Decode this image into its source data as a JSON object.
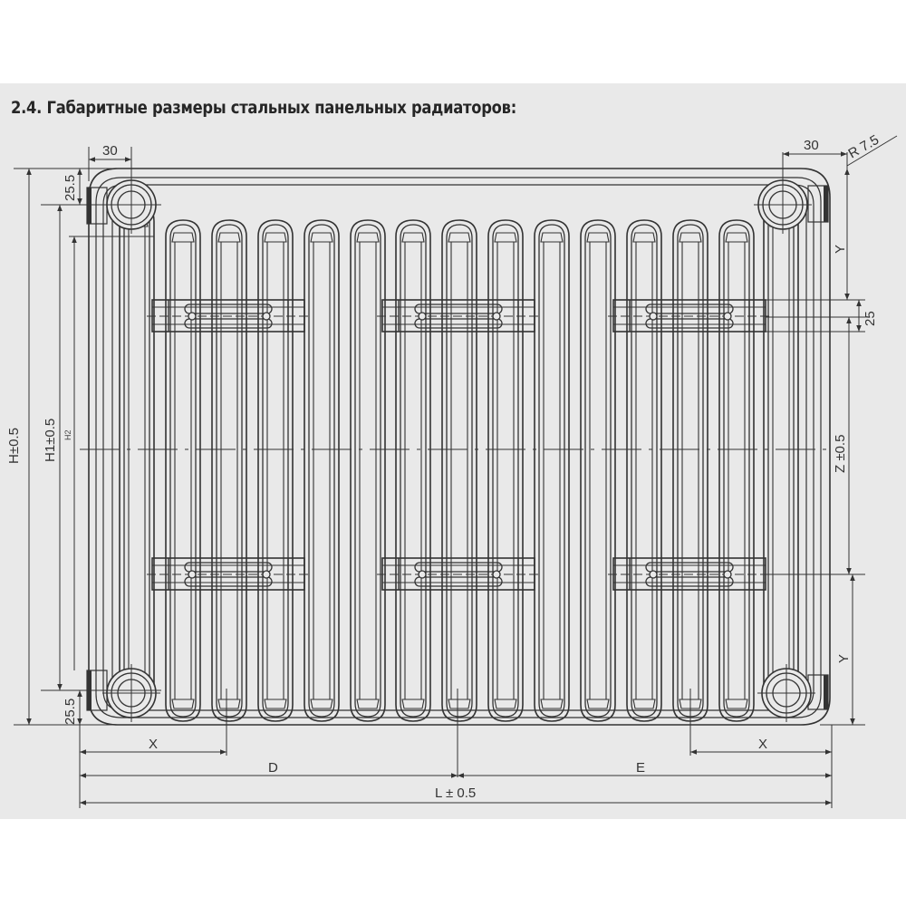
{
  "section": {
    "title": "2.4. Габаритные размеры стальных панельных радиаторов:"
  },
  "drawing": {
    "subject": "steel panel radiator",
    "fin_count": 15,
    "bracket_count": 6,
    "corner_plug_count": 4,
    "dimensions": {
      "top_left_offset": "30",
      "top_right_offset": "30",
      "corner_radius": "R 7.5",
      "top_vertical_offset": "25.5",
      "bottom_vertical_offset": "25.5",
      "height_total": "H±0.5",
      "height_h1": "H1±0.5",
      "height_h2": "H2",
      "bracket_height": "25",
      "z_spacing": "Z ±0.5",
      "y_top": "Y",
      "y_bottom": "Y",
      "x_left": "X",
      "x_right": "X",
      "d_length": "D",
      "e_length": "E",
      "l_length": "L ± 0.5"
    }
  }
}
